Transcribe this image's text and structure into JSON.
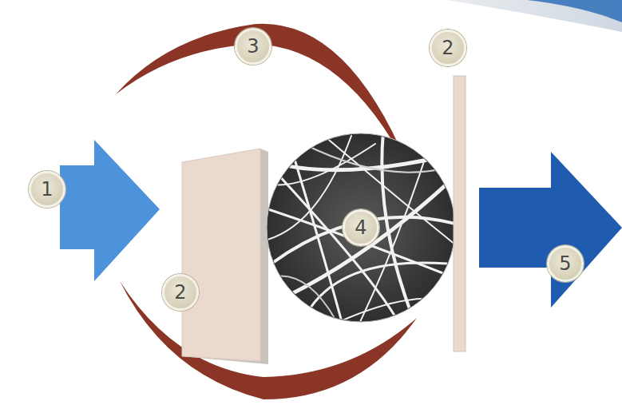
{
  "diagram": {
    "labels": [
      "3",
      "2",
      "1",
      "4",
      "2",
      "5"
    ]
  }
}
